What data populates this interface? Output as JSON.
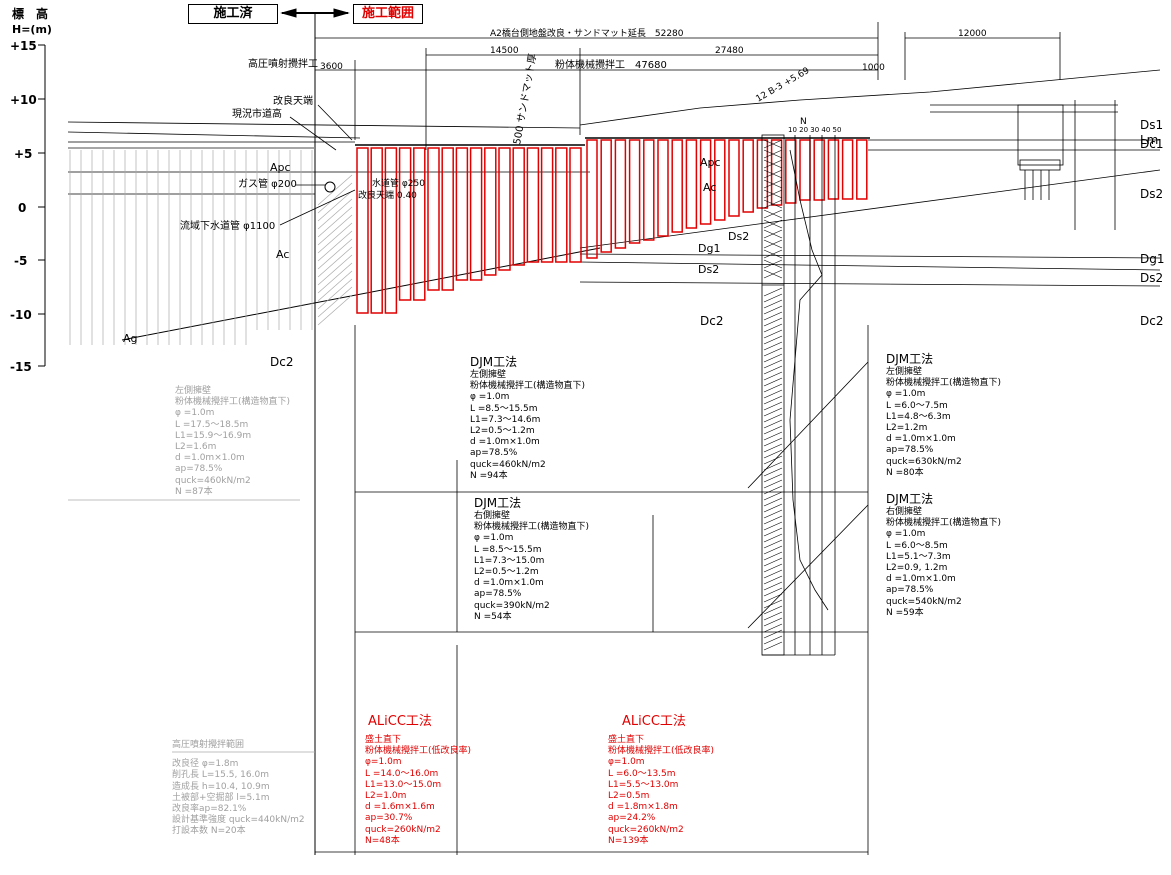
{
  "header": {
    "elevation_label": "標　高",
    "elevation_unit": "H=(m)",
    "done_label": "施工済",
    "scope_label": "施工範囲"
  },
  "elevation_ticks": [
    "+15",
    "+10",
    "+5",
    "0",
    "-5",
    "-10",
    "-15"
  ],
  "dimensions": {
    "total": "A2橋台側地盤改良・サンドマット延長　52280",
    "seg_14500": "14500",
    "seg_27480": "27480",
    "seg_12000": "12000",
    "seg_3600": "3600",
    "seg_1000": "1000",
    "high_pressure": "高圧噴射攪拌工",
    "powder_total": "粉体機械攪拌工　47680"
  },
  "labels": {
    "kairyo_tenba": "改良天端",
    "road_height": "現況市道高",
    "sand_mat": "500 サンドマット厚",
    "gas_pipe": "ガス管 φ200",
    "water_pipe": "水道管 φ250",
    "kairyo_tenba_2": "改良天端 0.40",
    "sewer": "流域下水道管 φ1100",
    "boring": "12 B-3 +5.69",
    "north": "N",
    "n_values": "10 20 30 40 50"
  },
  "soil_layers": {
    "apc_left": "Apc",
    "ac_left": "Ac",
    "ag": "Ag",
    "dc2_bottom": "Dc2",
    "apc_mid": "Apc",
    "ac_mid": "Ac",
    "ds2_mid": "Ds2",
    "dg1_mid": "Dg1",
    "ds2_mid2": "Ds2",
    "dc2_mid": "Dc2",
    "lm": "Lm",
    "ds1": "Ds1",
    "dc1": "Dc1",
    "ds2_r": "Ds2",
    "dg1_r": "Dg1",
    "ds2_r2": "Ds2",
    "dc2_r": "Dc2"
  },
  "notes": {
    "left_gray": {
      "title": "左側擁壁",
      "lines": [
        "粉体機械攪拌工(構造物直下)",
        "φ =1.0m",
        "L =17.5～18.5m",
        "L1=15.9～16.9m",
        "L2=1.6m",
        "d =1.0m×1.0m",
        "ap=78.5%",
        "quck=460kN/m2",
        "N =87本"
      ]
    },
    "djm_left": {
      "heading": "DJM工法",
      "lines": [
        "左側擁壁",
        "粉体機械攪拌工(構造物直下)",
        "φ =1.0m",
        "L =8.5～15.5m",
        "L1=7.3～14.6m",
        "L2=0.5～1.2m",
        "d =1.0m×1.0m",
        "ap=78.5%",
        "quck=460kN/m2",
        "N =94本"
      ]
    },
    "djm_right": {
      "heading": "DJM工法",
      "lines": [
        "右側擁壁",
        "粉体機械攪拌工(構造物直下)",
        "φ =1.0m",
        "L =8.5～15.5m",
        "L1=7.3～15.0m",
        "L2=0.5～1.2m",
        "d =1.0m×1.0m",
        "ap=78.5%",
        "quck=390kN/m2",
        "N =54本"
      ]
    },
    "djm_far_left": {
      "heading": "DJM工法",
      "lines": [
        "左側擁壁",
        "粉体機械攪拌工(構造物直下)",
        "φ =1.0m",
        "L =6.0～7.5m",
        "L1=4.8～6.3m",
        "L2=1.2m",
        "d =1.0m×1.0m",
        "ap=78.5%",
        "quck=630kN/m2",
        "N =80本"
      ]
    },
    "djm_far_right": {
      "heading": "DJM工法",
      "lines": [
        "右側擁壁",
        "粉体機械攪拌工(構造物直下)",
        "φ =1.0m",
        "L =6.0～8.5m",
        "L1=5.1～7.3m",
        "L2=0.9, 1.2m",
        "d =1.0m×1.0m",
        "ap=78.5%",
        "quck=540kN/m2",
        "N =59本"
      ]
    },
    "high_pressure_gray": {
      "title": "高圧噴射攪拌範囲",
      "lines": [
        "改良径 φ=1.8m",
        "削孔長 L=15.5, 16.0m",
        "造成長 h=10.4, 10.9m",
        "土被部+空掘部 l=5.1m",
        "改良率ap=82.1%",
        "設計基準強度 quck=440kN/m2",
        "打設本数 N=20本"
      ]
    },
    "alicc_left": {
      "heading": "ALiCC工法",
      "lines": [
        "盛土直下",
        "粉体機械攪拌工(低改良率)",
        "φ=1.0m",
        "L =14.0～16.0m",
        "L1=13.0～15.0m",
        "L2=1.0m",
        "d =1.6m×1.6m",
        "ap=30.7%",
        "quck=260kN/m2",
        "N=48本"
      ]
    },
    "alicc_right": {
      "heading": "ALiCC工法",
      "lines": [
        "盛土直下",
        "粉体機械攪拌工(低改良率)",
        "φ=1.0m",
        "L =6.0～13.5m",
        "L1=5.5～13.0m",
        "L2=0.5m",
        "d =1.8m×1.8m",
        "ap=24.2%",
        "quck=260kN/m2",
        "N=139本"
      ]
    }
  },
  "colors": {
    "column_red": "#e00000",
    "hatch_gray": "#9a9a9a",
    "line": "#000000"
  }
}
